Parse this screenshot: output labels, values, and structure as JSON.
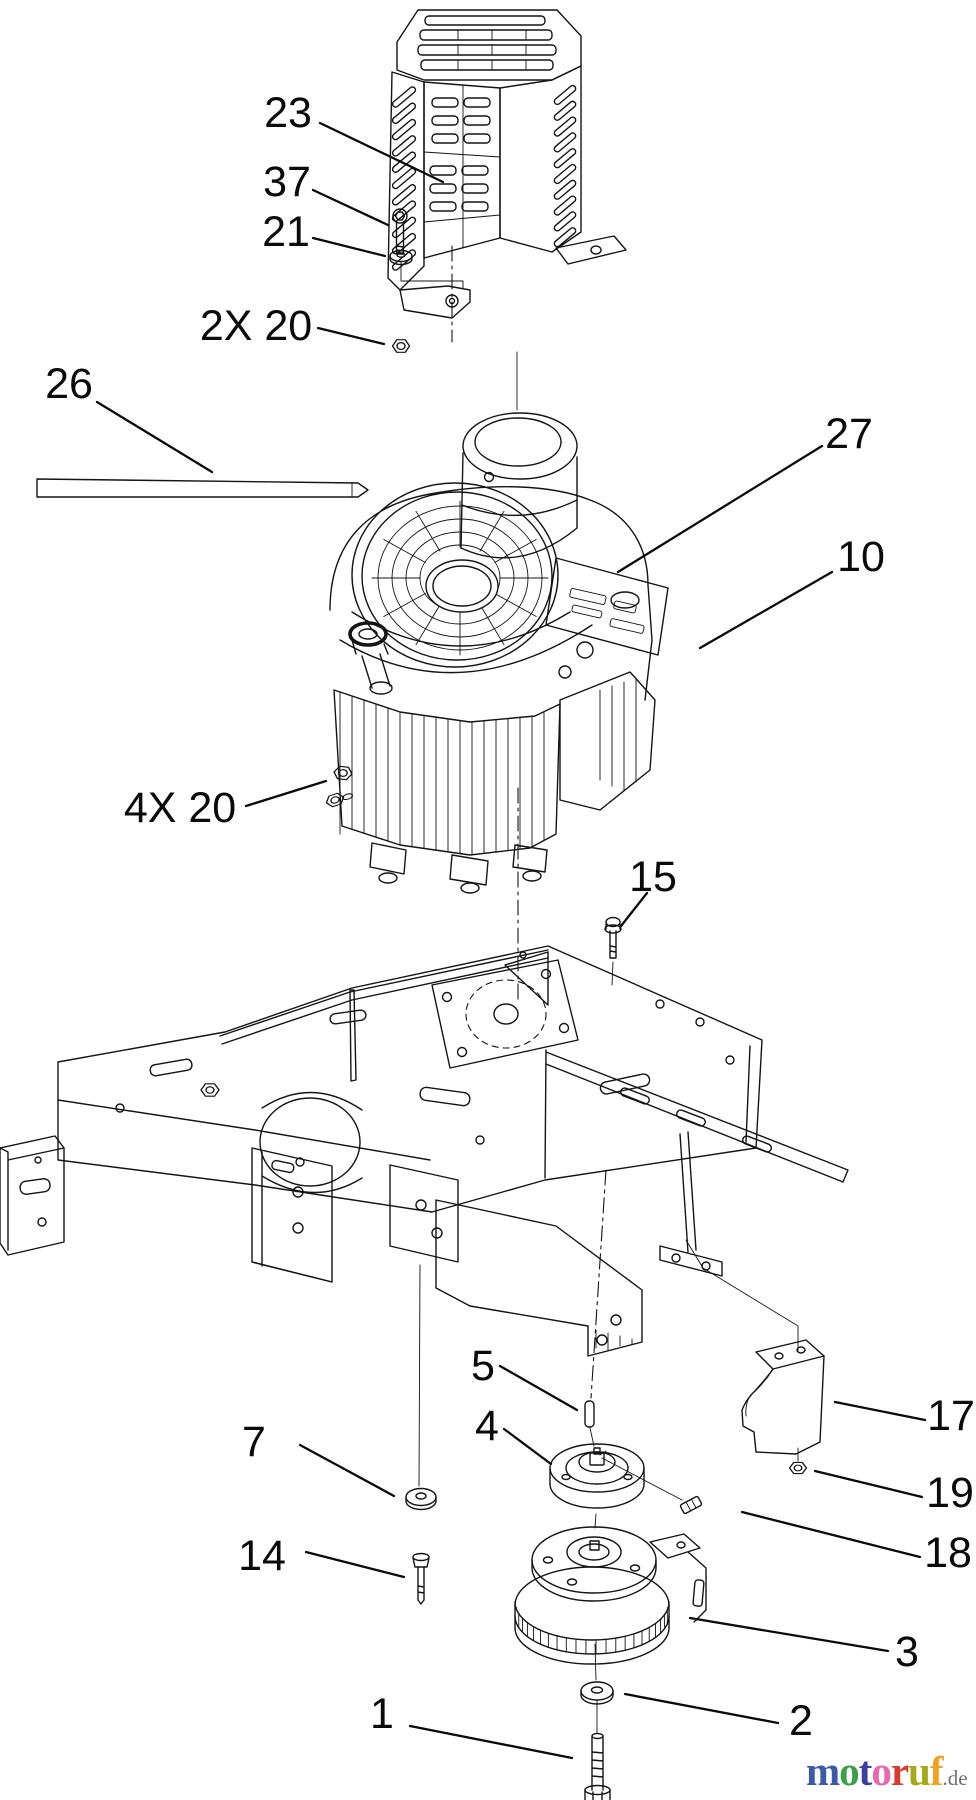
{
  "callouts": {
    "c23": "23",
    "c37": "37",
    "c21": "21",
    "c20x2": "2X 20",
    "c26": "26",
    "c27": "27",
    "c10": "10",
    "c20x4": "4X 20",
    "c15": "15",
    "c5": "5",
    "c4": "4",
    "c7": "7",
    "c14": "14",
    "c17": "17",
    "c19": "19",
    "c18": "18",
    "c3": "3",
    "c1": "1",
    "c2": "2"
  },
  "diagram": {
    "line_color": "#141414",
    "leader_color": "#0a0a0a",
    "background_color": "#ffffff"
  },
  "watermark": {
    "letters": [
      {
        "char": "m",
        "color": "#3b5aa8"
      },
      {
        "char": "o",
        "color": "#3aa048"
      },
      {
        "char": "t",
        "color": "#3d3e9e"
      },
      {
        "char": "o",
        "color": "#ea66b1"
      },
      {
        "char": "r",
        "color": "#d93b30"
      },
      {
        "char": "u",
        "color": "#a5aa1c"
      },
      {
        "char": "f",
        "color": "#f0a322"
      }
    ],
    "suffix": ".de",
    "suffix_color": "#707070"
  }
}
